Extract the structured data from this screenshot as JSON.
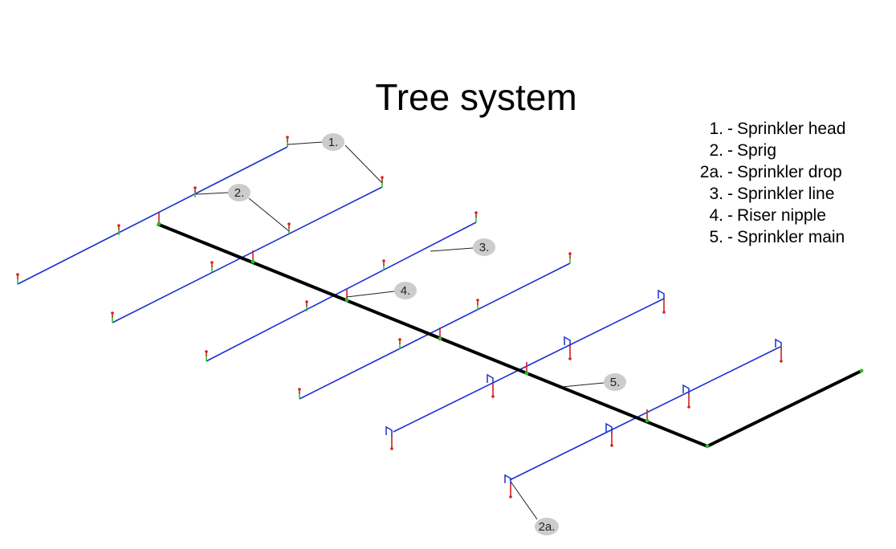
{
  "title": "Tree system",
  "legend": [
    {
      "key": "1.",
      "label": "Sprinkler head"
    },
    {
      "key": "2.",
      "label": "Sprig"
    },
    {
      "key": "2a.",
      "label": "Sprinkler drop"
    },
    {
      "key": "3.",
      "label": "Sprinkler line"
    },
    {
      "key": "4.",
      "label": "Riser nipple"
    },
    {
      "key": "5.",
      "label": "Sprinkler main"
    }
  ],
  "legend_separator": "-",
  "callouts": {
    "c1": "1.",
    "c2": "2.",
    "c3": "3.",
    "c4": "4.",
    "c5": "5.",
    "c2a": "2a."
  },
  "colors": {
    "sprinkler_line": "#1c2fd0",
    "sprinkler_main": "#000000",
    "head": "#d42020",
    "fitting": "#22c022",
    "callout_bubble": "#cccccc"
  }
}
